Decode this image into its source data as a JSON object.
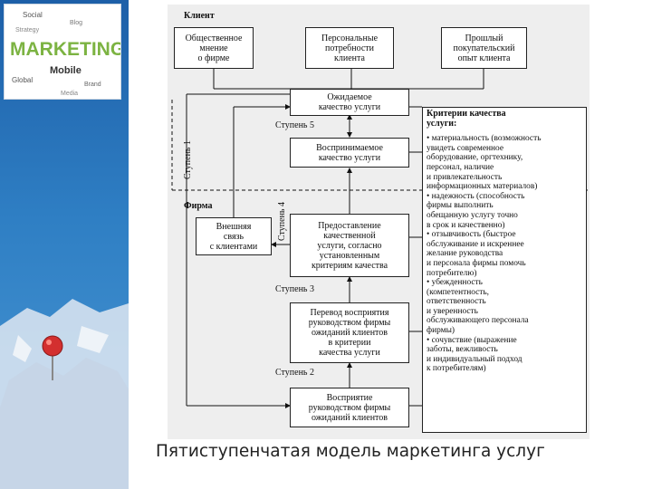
{
  "logo": {
    "main": "MARKETING",
    "words": [
      "Social",
      "Mobile",
      "Blog",
      "Global",
      "Brand",
      "Strategy",
      "Media"
    ]
  },
  "diagram": {
    "client_header": "Клиент",
    "firm_header": "Фирма",
    "public_opinion": "Общественное\nмнение\nо фирме",
    "personal_needs": "Персональные\nпотребности\nклиента",
    "past_experience": "Прошлый\nпокупательский\nопыт клиента",
    "expected_quality": "Ожидаемое\nкачество услуги",
    "perceived_quality": "Воспринимаемое\nкачество услуги",
    "external_comm": "Внешняя\nсвязь\nс клиентами",
    "service_delivery": "Предоставление\nкачественной\nуслуги, согласно\nустановленным\nкритериям качества",
    "translation": "Перевод восприятия\nруководством фирмы\nожиданий клиентов\nв критерии\nкачества услуги",
    "management_perception": "Восприятие\nруководством фирмы\nожиданий клиентов",
    "step1": "Ступень 1",
    "step2": "Ступень 2",
    "step3": "Ступень 3",
    "step4": "Ступень 4",
    "step5": "Ступень 5",
    "criteria_title": "Критерии качества\nуслуги:",
    "criteria_items": [
      "• материальность (возможность\n  увидеть современное\n  оборудование, оргтехнику,\n  персонал, наличие\n  и привлекательность\n  информационных материалов)",
      "• надежность (способность\n  фирмы выполнить\n  обещанную услугу точно\n  в срок и качественно)",
      "• отзывчивость (быстрое\n  обслуживание и искреннее\n  желание руководства\n  и персонала фирмы помочь\n  потребителю)",
      "• убежденность\n  (компетентность,\n  ответственность\n  и уверенность\n  обслуживающего персонала\n  фирмы)",
      "• сочувствие (выражение\n  заботы, вежливость\n  и индивидуальный подход\n  к потребителям)"
    ]
  },
  "caption": "Пятиступенчатая модель маркетинга услуг"
}
